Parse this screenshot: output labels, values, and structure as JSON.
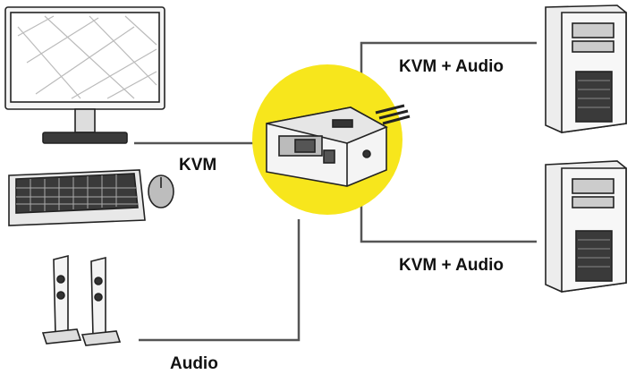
{
  "labels": {
    "kvm": "KVM",
    "audio": "Audio",
    "pc1_link": "KVM + Audio",
    "pc2_link": "KVM + Audio"
  },
  "colors": {
    "highlight": "#f7e61c",
    "line": "#555555",
    "device_fill": "#f4f4f4",
    "device_dark": "#3a3a3a"
  },
  "icons": {
    "monitor": "monitor-icon",
    "keyboard": "keyboard-icon",
    "mouse": "mouse-icon",
    "speakers": "speaker-icon",
    "kvm_switch": "kvm-switch-icon",
    "computer": "computer-tower-icon"
  }
}
